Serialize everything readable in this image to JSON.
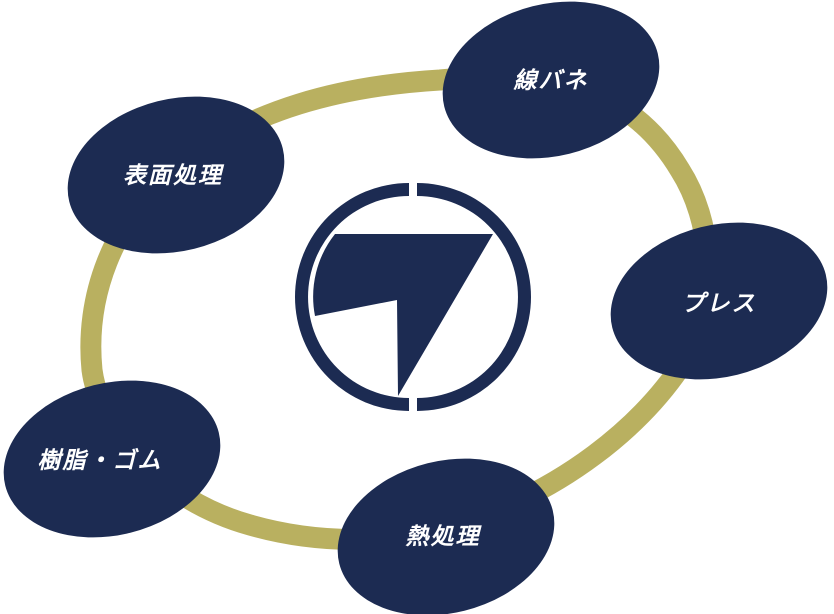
{
  "colors": {
    "navy": "#1c2b52",
    "ring": "#b9b060",
    "background": "#ffffff",
    "text": "#ffffff"
  },
  "center_logo": {
    "icon": "company-logo-circle-7-mark"
  },
  "nodes": [
    {
      "id": "wire-spring",
      "label": "線バネ"
    },
    {
      "id": "press",
      "label": "プレス"
    },
    {
      "id": "heat-treatment",
      "label": "熱処理"
    },
    {
      "id": "resin-rubber",
      "label": "樹脂・ゴム"
    },
    {
      "id": "surface-treatment",
      "label": "表面処理"
    }
  ]
}
